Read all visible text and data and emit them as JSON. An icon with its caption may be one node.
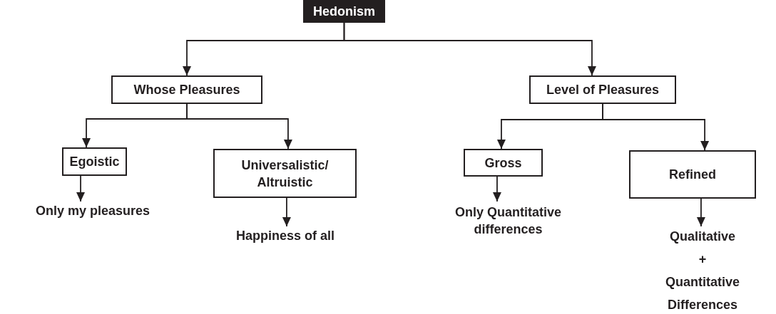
{
  "diagram": {
    "nodes": [
      {
        "text": [
          "Hedonism"
        ]
      },
      {
        "text": [
          "Whose Pleasures"
        ]
      },
      {
        "text": [
          "Level of Pleasures"
        ]
      },
      {
        "text": [
          "Egoistic"
        ]
      },
      {
        "text": [
          "Universalistic/ Altruistic"
        ]
      },
      {
        "text": [
          "Gross"
        ]
      },
      {
        "text": [
          "Refined"
        ]
      },
      {
        "text": [
          "Only my pleasures"
        ]
      },
      {
        "text": [
          "Happiness of all"
        ]
      },
      {
        "text": [
          "Only Quantitative differences"
        ]
      },
      {
        "text": [
          "Qualitative + Quantitative Differences"
        ]
      }
    ],
    "edges": [
      {
        "from": 0,
        "to": 1,
        "arrow": "to"
      },
      {
        "from": 0,
        "to": 2,
        "arrow": "to"
      },
      {
        "from": 1,
        "to": 3,
        "arrow": "to"
      },
      {
        "from": 1,
        "to": 4,
        "arrow": "to"
      },
      {
        "from": 2,
        "to": 5,
        "arrow": "to"
      },
      {
        "from": 2,
        "to": 6,
        "arrow": "to"
      },
      {
        "from": 3,
        "to": 7,
        "arrow": "to"
      },
      {
        "from": 4,
        "to": 8,
        "arrow": "to"
      },
      {
        "from": 5,
        "to": 9,
        "arrow": "to"
      },
      {
        "from": 6,
        "to": 10,
        "arrow": "to"
      }
    ]
  }
}
